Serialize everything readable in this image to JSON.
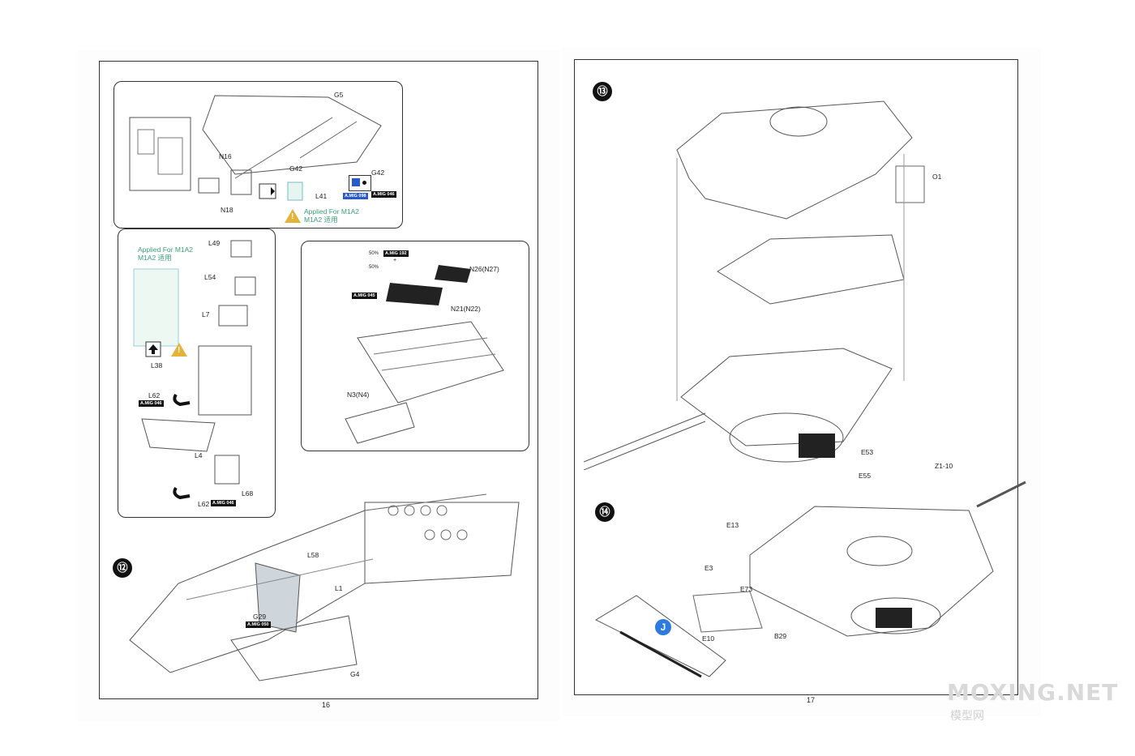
{
  "left_page": {
    "step": "⑫",
    "page_number": "16",
    "top_callout": {
      "parts": [
        "G5",
        "N16",
        "G42",
        "N18",
        "L41",
        "G42"
      ],
      "paints": [
        "A.MIG 098",
        "A.MIG 046"
      ],
      "note": "Applied For M1A2",
      "note_cn": "M1A2 适用"
    },
    "side_callout": {
      "note": "Applied For M1A2",
      "note_cn": "M1A2 适用",
      "parts": [
        "L49",
        "L54",
        "L7",
        "L38",
        "L62",
        "L4",
        "L68",
        "L62"
      ],
      "paints": [
        "A.MIG 046",
        "A.MIG 046"
      ]
    },
    "rack_callout": {
      "ratio_1": "50%",
      "ratio_2": "50%",
      "plus": "+",
      "paints": [
        "A.MIG 192",
        "A.MIG 045"
      ],
      "parts": [
        "N26(N27)",
        "N21(N22)",
        "N3(N4)"
      ]
    },
    "main_parts": [
      "L58",
      "L1",
      "G29",
      "G4"
    ],
    "main_paints": [
      "A.MIG 050"
    ]
  },
  "right_page": {
    "step_13": "⑬",
    "step_14": "⑭",
    "page_number": "17",
    "step_13_parts": [
      "O1"
    ],
    "step_14_parts": [
      "E53",
      "E55",
      "Z1-10",
      "E13",
      "E3",
      "E73",
      "E10",
      "B29"
    ],
    "marker": "J"
  },
  "watermark": {
    "text": "MOXING.NET",
    "sub": "模型网"
  }
}
